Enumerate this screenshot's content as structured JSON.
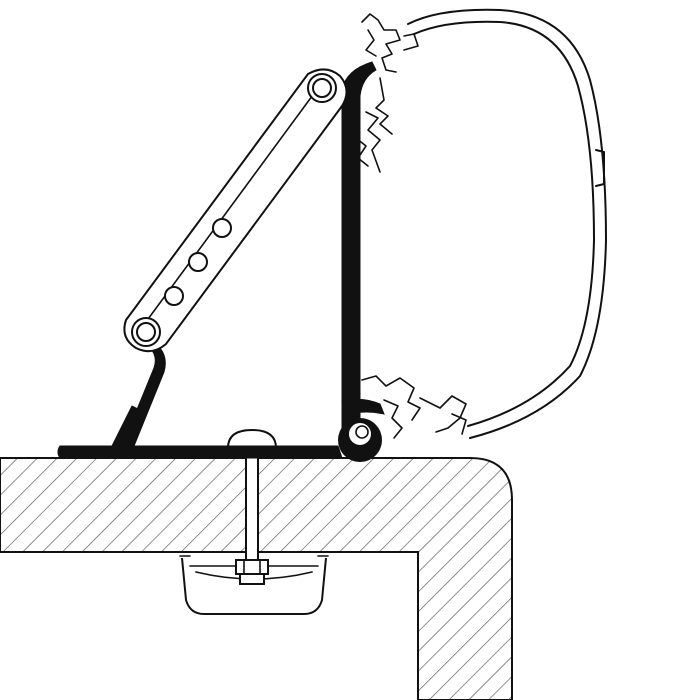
{
  "figure": {
    "kind": "technical line drawing",
    "colors": {
      "line": "#111111",
      "background": "#ffffff",
      "hatch": "#555555"
    },
    "components": [
      "roof-panel",
      "mounting-bolt",
      "interior-clamp-plate",
      "base-foot-profile",
      "vertical-adapter-rail",
      "support-strut",
      "awning-cassette-housing"
    ]
  }
}
